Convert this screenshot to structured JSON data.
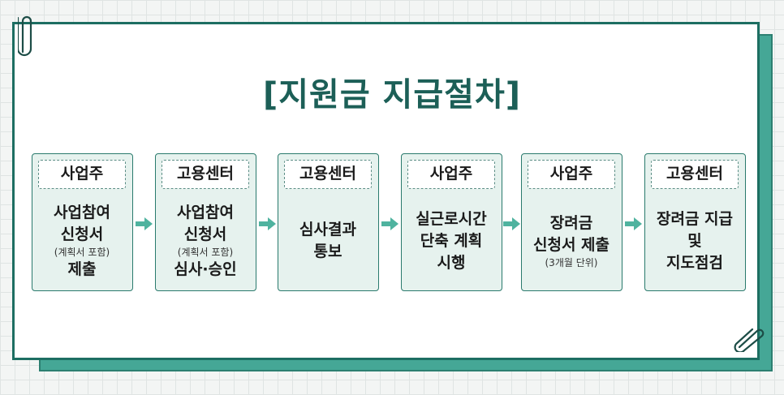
{
  "title": "[지원금 지급절차]",
  "colors": {
    "accent": "#1d6e62",
    "shadow_card": "#45a796",
    "step_fill": "#e6f2ee",
    "arrow": "#4fb39f",
    "title": "#1c5f57"
  },
  "icons": [
    "paperclip-icon",
    "arrow-right-icon"
  ],
  "steps": [
    {
      "actor": "사업주",
      "lines": [
        "사업참여",
        "신청서"
      ],
      "note": "(계획서 포함)",
      "after": [
        "제출"
      ]
    },
    {
      "actor": "고용센터",
      "lines": [
        "사업참여",
        "신청서"
      ],
      "note": "(계획서 포함)",
      "after": [
        "심사·승인"
      ]
    },
    {
      "actor": "고용센터",
      "lines": [
        "심사결과",
        "통보"
      ]
    },
    {
      "actor": "사업주",
      "lines": [
        "실근로시간",
        "단축 계획",
        "시행"
      ]
    },
    {
      "actor": "사업주",
      "lines": [
        "장려금",
        "신청서 제출"
      ],
      "note": "(3개월 단위)"
    },
    {
      "actor": "고용센터",
      "lines": [
        "장려금 지급",
        "및",
        "지도점검"
      ]
    }
  ]
}
